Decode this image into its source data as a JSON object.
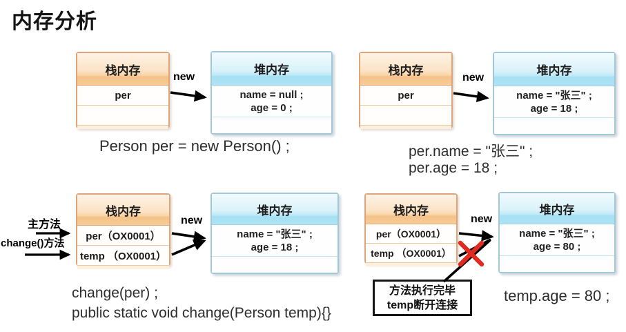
{
  "title": "内存分析",
  "common": {
    "stack_header": "栈内存",
    "heap_header": "堆内存",
    "new_label": "new"
  },
  "panel1": {
    "stack_row1": "per",
    "heap_line1": "name = null ;",
    "heap_line2": "age = 0 ;",
    "caption": "Person per = new Person() ;"
  },
  "panel2": {
    "stack_row1": "per",
    "heap_line1": "name = \"张三\" ;",
    "heap_line2": "age = 18 ;",
    "caption1": "per.name = \"张三\" ;",
    "caption2": "per.age = 18 ;"
  },
  "panel3": {
    "label_main": "主方法",
    "label_change": "change()方法",
    "stack_row1": "per（OX0001）",
    "stack_row2": "temp （OX0001）",
    "heap_line1": "name = \"张三\" ;",
    "heap_line2": "age = 18 ;",
    "caption1": "change(per) ;",
    "caption2": "public static void change(Person temp){}"
  },
  "panel4": {
    "stack_row1": "per（OX0001）",
    "stack_row2": "temp （OX0001）",
    "heap_line1": "name = \"张三\" ;",
    "heap_line2": "age = 80 ;",
    "note_line1": "方法执行完毕",
    "note_line2": "temp断开连接",
    "caption": "temp.age = 80 ;"
  },
  "colors": {
    "stack_border": "#dfa478",
    "heap_border": "#a0c8d8",
    "arrow": "#000000",
    "x_mark": "#e02b20",
    "note_border": "#141414"
  }
}
